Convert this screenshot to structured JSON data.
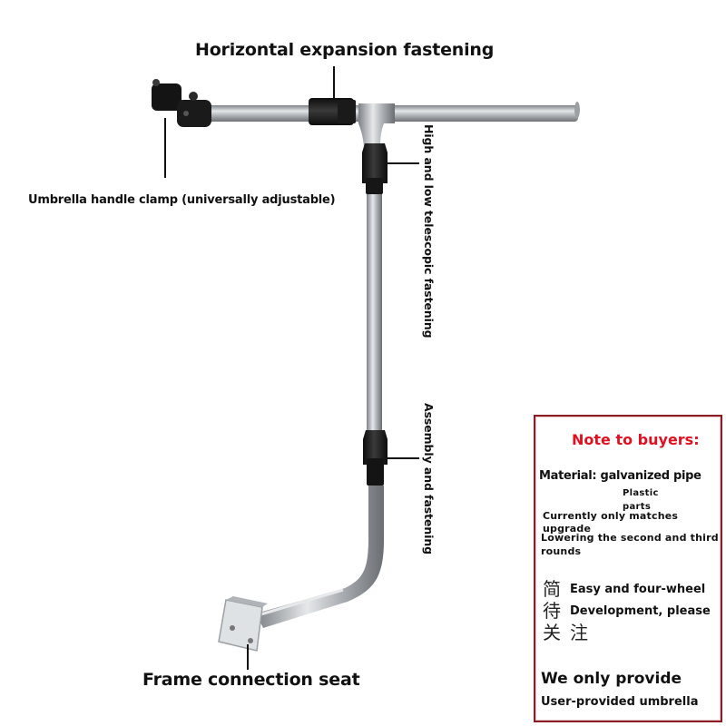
{
  "callouts": {
    "horizontal": "Horizontal expansion fastening",
    "clamp": "Umbrella handle clamp (universally adjustable)",
    "telescopic": "High and low telescopic fastening",
    "assembly": "Assembly and fastening",
    "seat": "Frame connection seat"
  },
  "note": {
    "title": "Note to buyers:",
    "material": "Material: galvanized pipe",
    "plastic_line1": "Plastic",
    "plastic_line2": "parts",
    "currently": "Currently only matches",
    "upgrade": "upgrade",
    "lowering": "Lowering the second and third",
    "rounds": "rounds",
    "cjk_1": "简",
    "cjk_2": "待",
    "cjk_3": "关",
    "cjk_4": "注",
    "easy": "Easy and four-wheel",
    "development": "Development, please",
    "provide": "We only provide",
    "user_umbrella": "User-provided umbrella"
  },
  "colors": {
    "note_title": "#e01020",
    "note_border": "#8a1c24",
    "pipe": "#b8bcc0",
    "fastener": "#1a1a1a"
  }
}
